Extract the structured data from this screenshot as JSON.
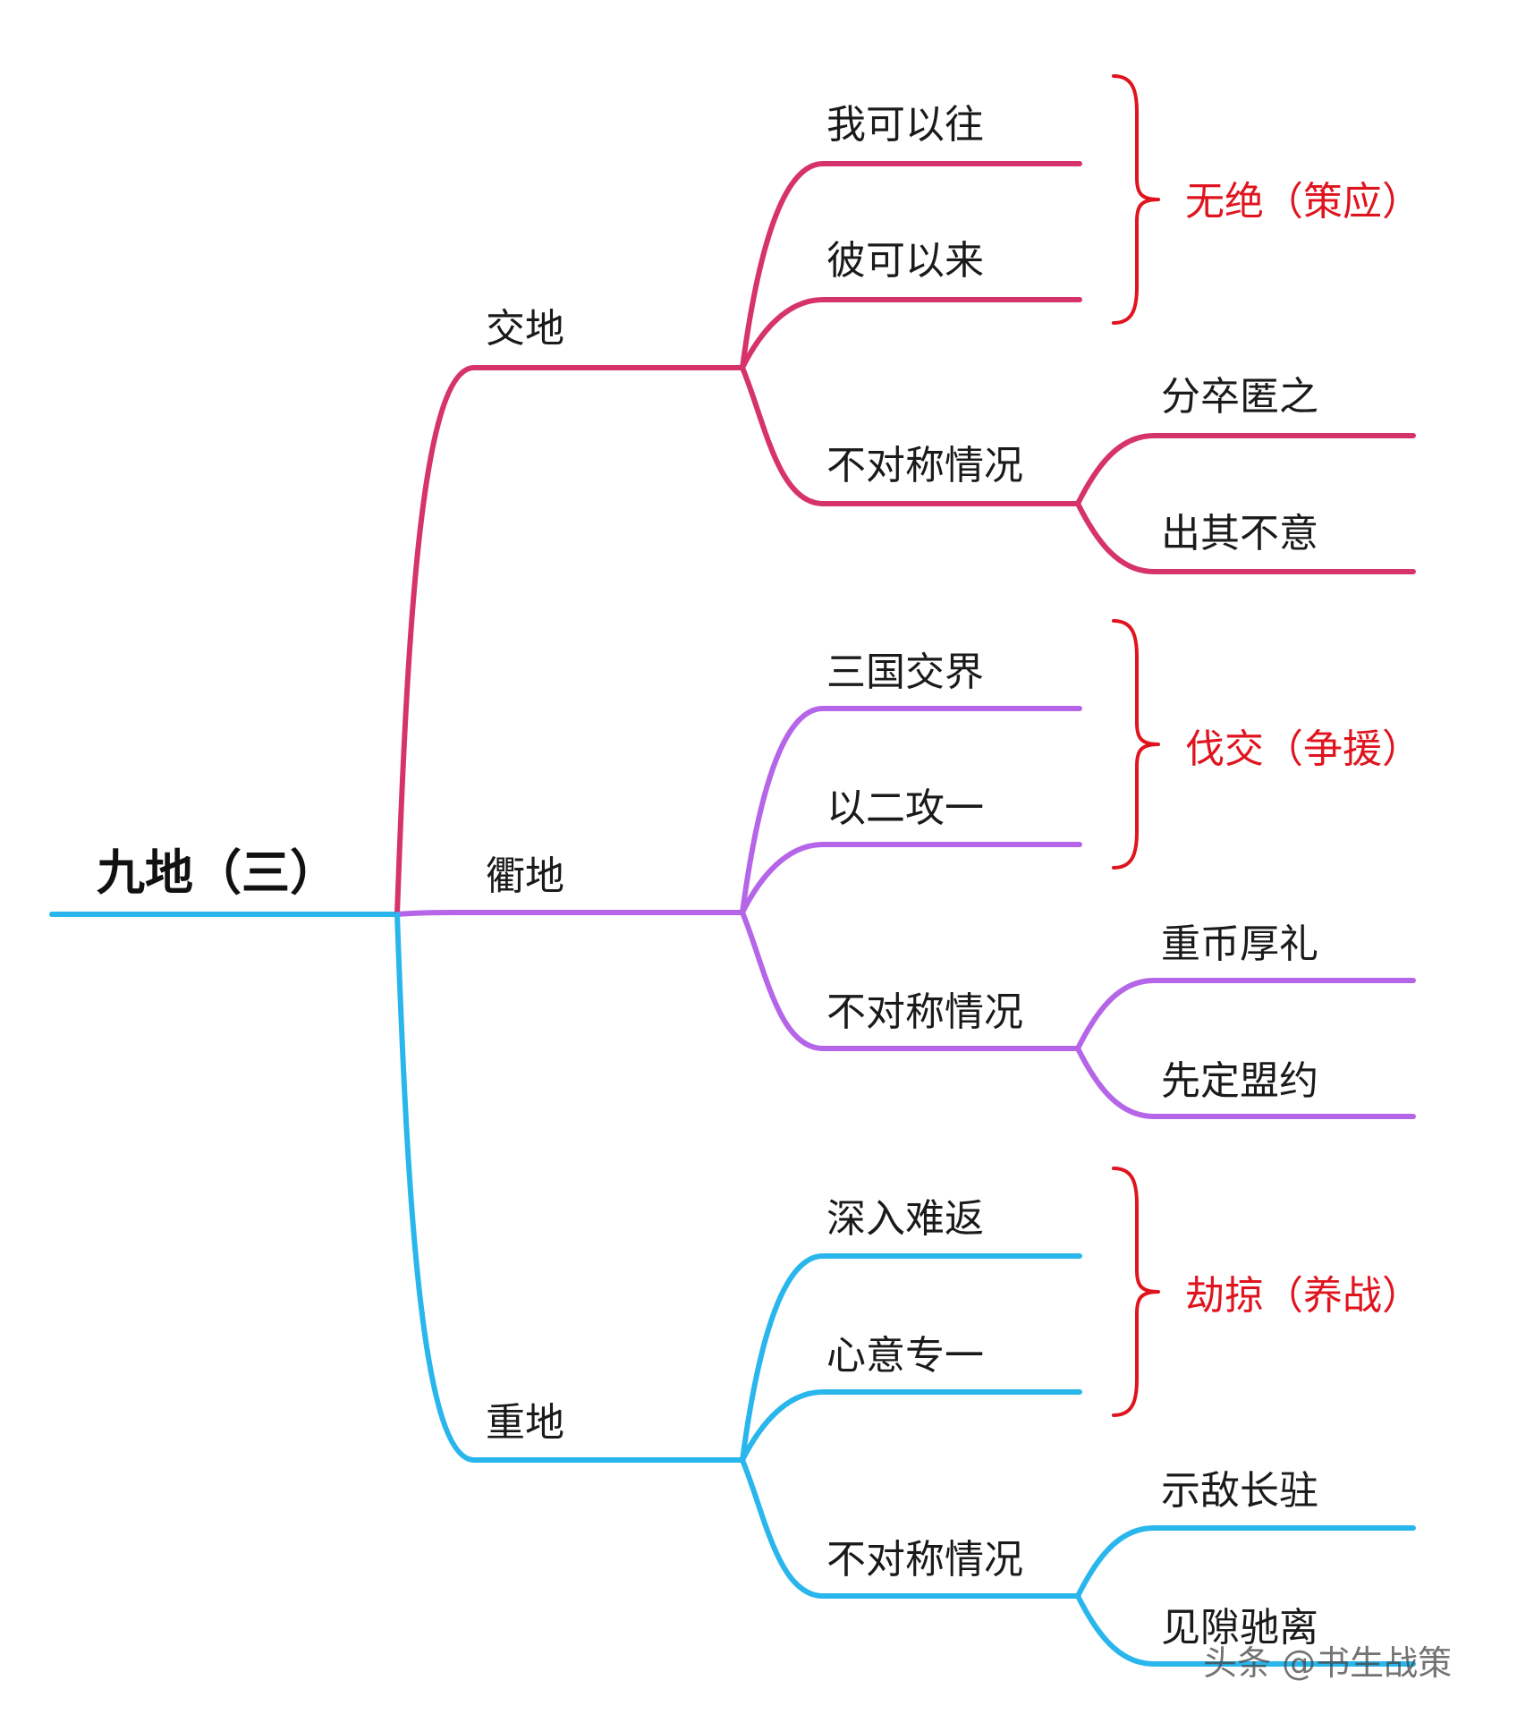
{
  "root": {
    "label": "九地（三）",
    "color": "#29b6ec"
  },
  "branches": [
    {
      "label": "交地",
      "color": "#d6336c",
      "items": [
        {
          "label": "我可以往"
        },
        {
          "label": "彼可以来"
        },
        {
          "label": "不对称情况",
          "children": [
            "分卒匿之",
            "出其不意"
          ]
        }
      ],
      "note": "无绝（策应）"
    },
    {
      "label": "衢地",
      "color": "#b565e8",
      "items": [
        {
          "label": "三国交界"
        },
        {
          "label": "以二攻一"
        },
        {
          "label": "不对称情况",
          "children": [
            "重币厚礼",
            "先定盟约"
          ]
        }
      ],
      "note": "伐交（争援）"
    },
    {
      "label": "重地",
      "color": "#29b6ec",
      "items": [
        {
          "label": "深入难返"
        },
        {
          "label": "心意专一"
        },
        {
          "label": "不对称情况",
          "children": [
            "示敌长驻",
            "见隙驰离"
          ]
        }
      ],
      "note": "劫掠（养战）"
    }
  ],
  "brace_color": "#e0141e",
  "watermark": "头条 @书生战策"
}
